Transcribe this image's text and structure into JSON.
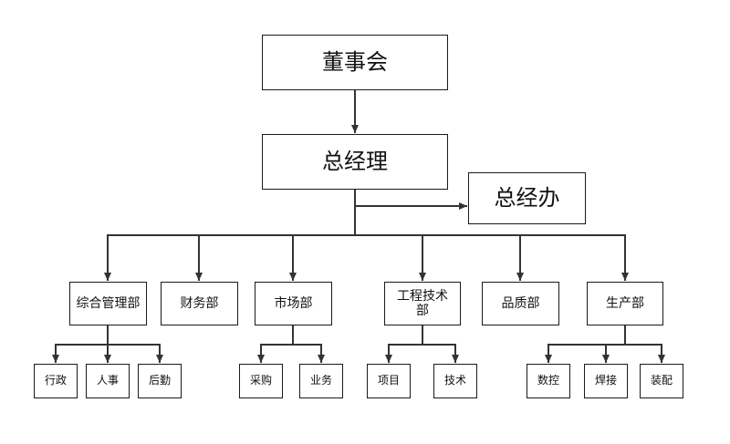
{
  "diagram": {
    "type": "org-chart",
    "line_color": "#333333",
    "board": "董事会",
    "general_manager": "总经理",
    "gm_office": "总经办",
    "departments": [
      {
        "id": "zonghe",
        "label": "综合管理部",
        "children": [
          "行政",
          "人事",
          "后勤"
        ]
      },
      {
        "id": "caiwu",
        "label": "财务部",
        "children": []
      },
      {
        "id": "shichang",
        "label": "市场部",
        "children": [
          "采购",
          "业务"
        ]
      },
      {
        "id": "gongcheng",
        "label": "工程技术部",
        "children": [
          "项目",
          "技术"
        ]
      },
      {
        "id": "pinzhi",
        "label": "品质部",
        "children": []
      },
      {
        "id": "shengchan",
        "label": "生产部",
        "children": [
          "数控",
          "焊接",
          "装配"
        ]
      }
    ]
  }
}
